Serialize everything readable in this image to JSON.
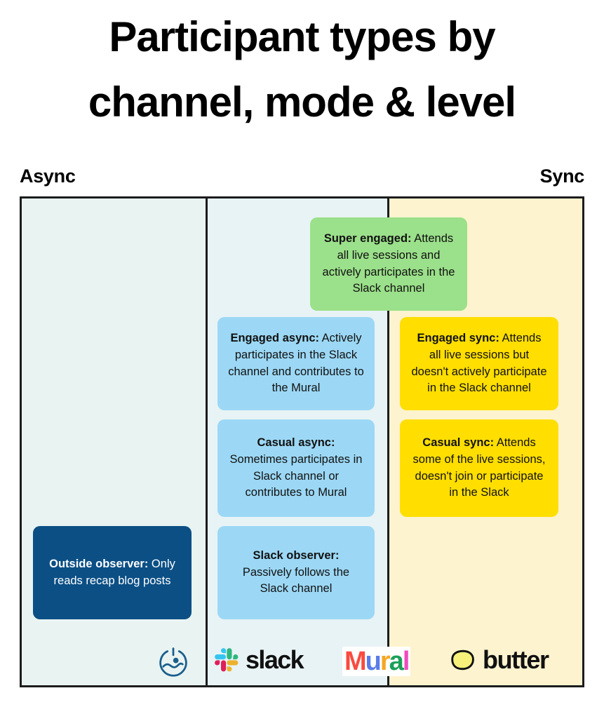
{
  "title": {
    "line1": "Participant types by",
    "line2": "channel, mode & level"
  },
  "axis": {
    "left_label": "Async",
    "right_label": "Sync"
  },
  "colors": {
    "async_column": "#e9f4f2",
    "middle_column": "#e8f3f5",
    "sync_column": "#fdf3cf",
    "super_engaged": "#9be08a",
    "async_card": "#9cd8f5",
    "sync_card": "#ffde00",
    "outside_observer": "#0b4f85",
    "frame": "#1c1c1c"
  },
  "columns": [
    {
      "name": "async-column",
      "mode": "Async"
    },
    {
      "name": "mixed-column",
      "mode": "Async + Sync"
    },
    {
      "name": "sync-column",
      "mode": "Sync"
    }
  ],
  "cards": [
    {
      "id": "super-engaged",
      "lead": "Super engaged:",
      "body": " Attends all live sessions and actively participates in the Slack channel"
    },
    {
      "id": "engaged-async",
      "lead": "Engaged async:",
      "body": " Actively participates in the Slack channel and contributes to the Mural"
    },
    {
      "id": "engaged-sync",
      "lead": "Engaged sync:",
      "body": " Attends all live sessions but doesn't actively participate in the Slack channel"
    },
    {
      "id": "casual-async",
      "lead": "Casual async:",
      "body": " Sometimes participates in Slack channel or contributes to Mural"
    },
    {
      "id": "casual-sync",
      "lead": "Casual sync:",
      "body": " Attends some of the live sessions, doesn't join or participate in the Slack"
    },
    {
      "id": "outside-observer",
      "lead": "Outside observer:",
      "body": " Only reads recap blog posts"
    },
    {
      "id": "slack-observer",
      "lead": "Slack observer:",
      "body": " Passively follows the Slack channel"
    }
  ],
  "logos": [
    {
      "id": "blog-logo",
      "icon": "circular-wave-badge-icon",
      "wordmark": ""
    },
    {
      "id": "slack-logo",
      "icon": "slack-hash-icon",
      "wordmark": "slack"
    },
    {
      "id": "mural-logo",
      "icon": "mural-wordmark-icon",
      "wordmark": "Mural"
    },
    {
      "id": "butter-logo",
      "icon": "butter-pat-icon",
      "wordmark": "butter"
    }
  ],
  "mural_letters": [
    {
      "char": "M",
      "color": "#fa4b3e"
    },
    {
      "char": "u",
      "color": "#5b7ce8"
    },
    {
      "char": "r",
      "color": "#f5a623"
    },
    {
      "char": "a",
      "color": "#1aa05a"
    },
    {
      "char": "l",
      "color": "#ef4bbd"
    }
  ]
}
